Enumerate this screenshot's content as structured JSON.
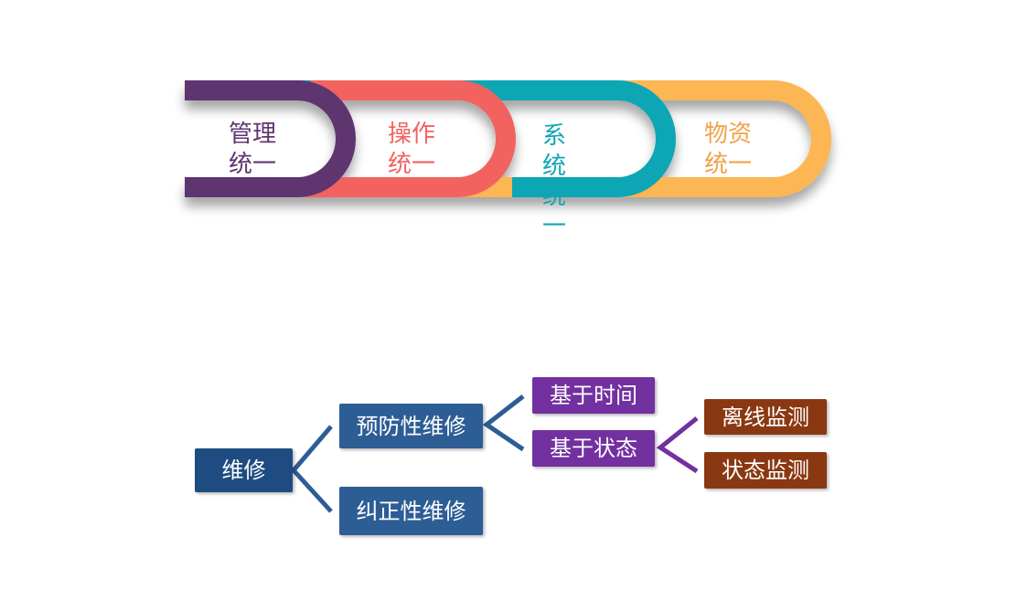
{
  "colors": {
    "purple": "#5E3470",
    "coral": "#F26360",
    "teal": "#10A6B5",
    "amber": "#FCB653",
    "navy_box": "#1F4C80",
    "blue_box": "#2C5D94",
    "purple_box": "#7330A0",
    "brown_box": "#8A3812",
    "connector_blue": "#2C5D94",
    "connector_purple": "#7330A0"
  },
  "rings": [
    {
      "name": "management",
      "lines": [
        "管理",
        "统一"
      ],
      "color": "#5E3470"
    },
    {
      "name": "operation",
      "lines": [
        "操作",
        "统一"
      ],
      "color": "#F26360"
    },
    {
      "name": "system",
      "lines": [
        "系",
        "统",
        "统",
        "一"
      ],
      "color": "#10A6B5"
    },
    {
      "name": "materials",
      "lines": [
        "物资",
        "统一"
      ],
      "color": "#F0A24A"
    }
  ],
  "tree": {
    "root": "维修",
    "preventive": "预防性维修",
    "corrective": "纠正性维修",
    "time_based": "基于时间",
    "condition_based": "基于状态",
    "offline_monitoring": "离线监测",
    "condition_monitoring": "状态监测"
  }
}
